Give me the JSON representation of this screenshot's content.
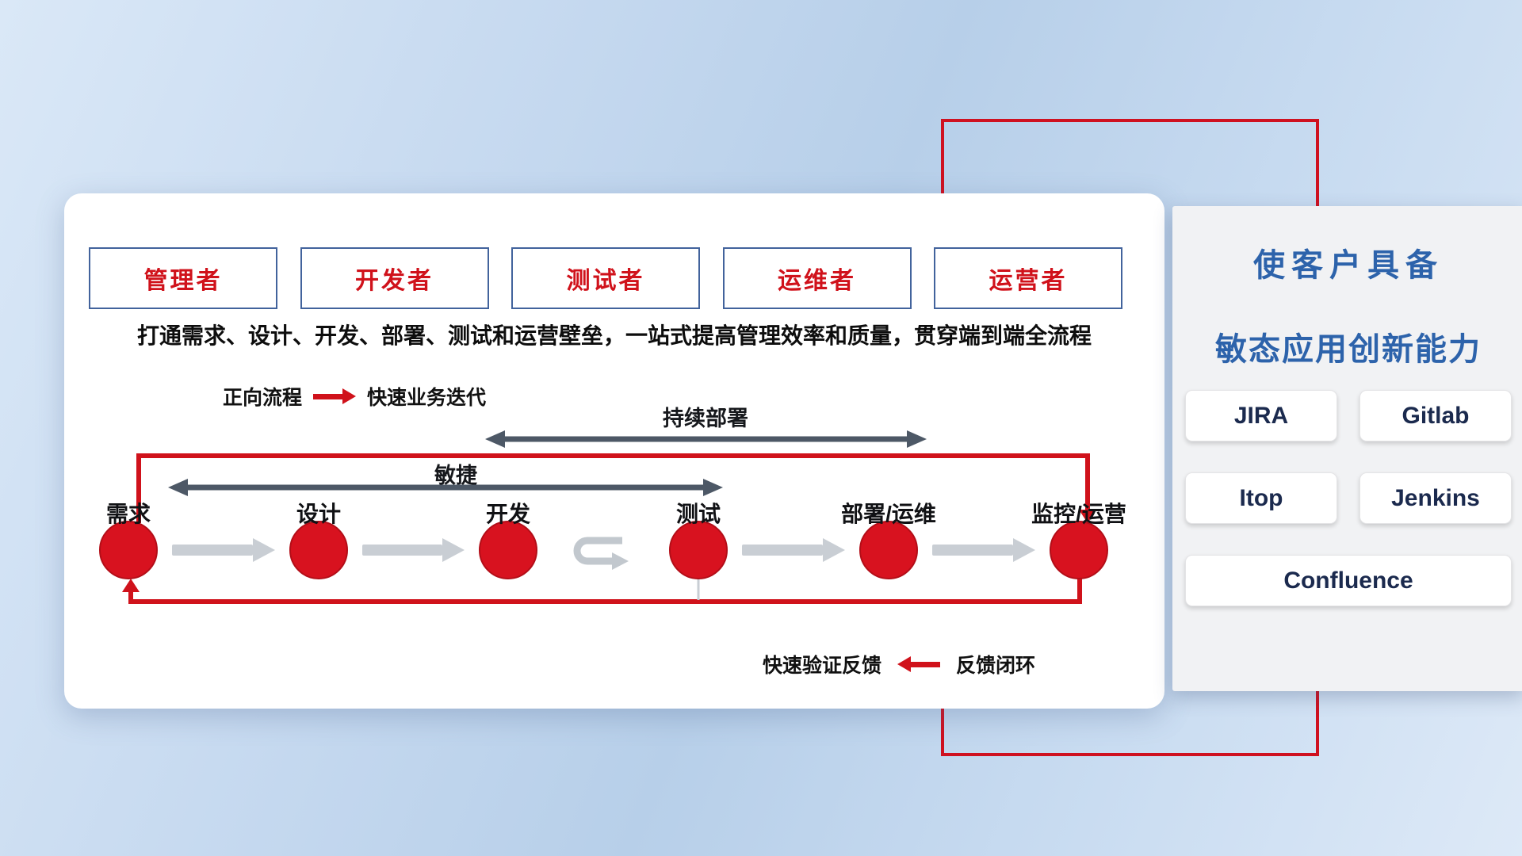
{
  "colors": {
    "accent_red": "#d0121b",
    "node_red": "#d8121f",
    "title_blue": "#2d63ab",
    "arrow_dark": "#4d5866",
    "arrow_gray": "#c9ced4"
  },
  "main": {
    "roles": [
      "管理者",
      "开发者",
      "测试者",
      "运维者",
      "运营者"
    ],
    "subtitle": "打通需求、设计、开发、部署、测试和运营壁垒，一站式提高管理效率和质量，贯穿端到端全流程",
    "forward_legend": {
      "label": "正向流程",
      "desc": "快速业务迭代"
    },
    "feedback_legend": {
      "desc": "快速验证反馈",
      "label": "反馈闭环"
    },
    "flow": {
      "cd_label": "持续部署",
      "agile_label": "敏捷",
      "stages": [
        "需求",
        "设计",
        "开发",
        "测试",
        "部署/运维",
        "监控/运营"
      ]
    }
  },
  "panel": {
    "title_line1": "使客户具备",
    "title_line2": "敏态应用创新能力",
    "tools": [
      "JIRA",
      "Gitlab",
      "Itop",
      "Jenkins",
      "Confluence"
    ]
  }
}
